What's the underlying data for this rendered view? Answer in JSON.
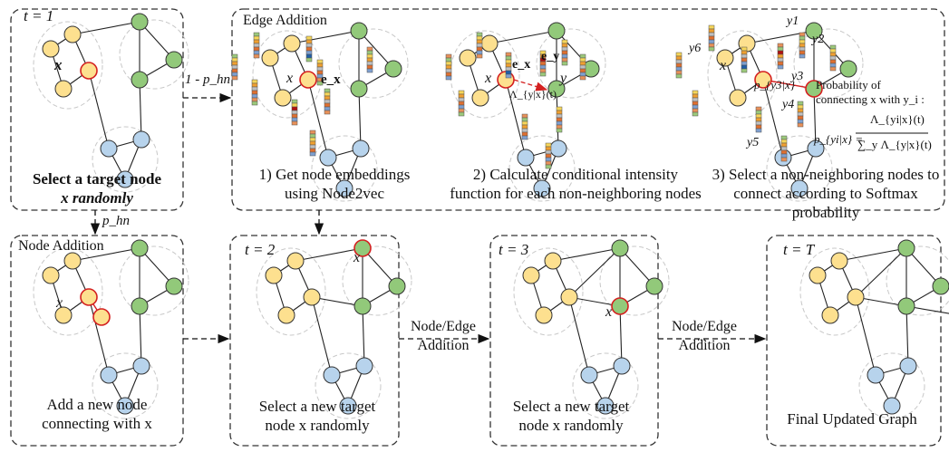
{
  "panels": {
    "t1": {
      "time_label": "t = 1",
      "caption_line1": "Select a target node",
      "caption_line2": "x randomly",
      "target_label": "x"
    },
    "edge_addition": {
      "title": "Edge Addition",
      "step1": {
        "line1": "1) Get node embeddings",
        "line2": "using Node2vec",
        "emb_label": "e_x",
        "target_label": "x"
      },
      "step2": {
        "line1": "2) Calculate conditional intensity",
        "line2": "function for each non-neighboring nodes",
        "ex_label": "e_x",
        "ey_label": "e_y",
        "target_label": "x",
        "candidate_label": "y",
        "intensity_label": "Λ_{y|x}(t)"
      },
      "step3": {
        "line1": "3) Select a non-neighboring nodes to",
        "line2": "connect according to Softmax probability",
        "target_label": "x",
        "candidate_labels": [
          "y1",
          "y2",
          "y3",
          "y4",
          "y5",
          "y6"
        ],
        "edge_prob_label": "p_{y3|x}",
        "formula_title_line1": "Probability of",
        "formula_title_line2": "connecting x with y_i :",
        "formula_lhs": "p_{yi|x} =",
        "formula_numerator": "Λ_{yi|x}(t)",
        "formula_denominator": "∑_y Λ_{y|x}(t)"
      }
    },
    "node_addition": {
      "title": "Node Addition",
      "caption_line1": "Add a new node",
      "caption_line2": "connecting with x",
      "target_label": "x"
    },
    "t2": {
      "time_label": "t = 2",
      "caption_line1": "Select a new target",
      "caption_line2": "node x randomly",
      "target_label": "x"
    },
    "t3": {
      "time_label": "t = 3",
      "caption_line1": "Select a new target",
      "caption_line2": "node x randomly",
      "target_label": "x"
    },
    "tT": {
      "time_label": "t = T",
      "caption": "Final Updated Graph"
    }
  },
  "arrows": {
    "to_edge_addition": "1 - p_hn",
    "to_node_addition": "p_hn",
    "t2_to_t3_line1": "Node/Edge",
    "t2_to_t3_line2": "Addition",
    "t3_to_tT_line1": "Node/Edge",
    "t3_to_tT_line2": "Addition",
    "ellipsis": "..."
  },
  "colors": {
    "yellow_node": "#fde08f",
    "green_node": "#92c97a",
    "blue_node": "#b7d3ec",
    "target_outline": "#d42020",
    "cluster_ring": "#c8c8c8",
    "new_edge": "#d42020"
  }
}
